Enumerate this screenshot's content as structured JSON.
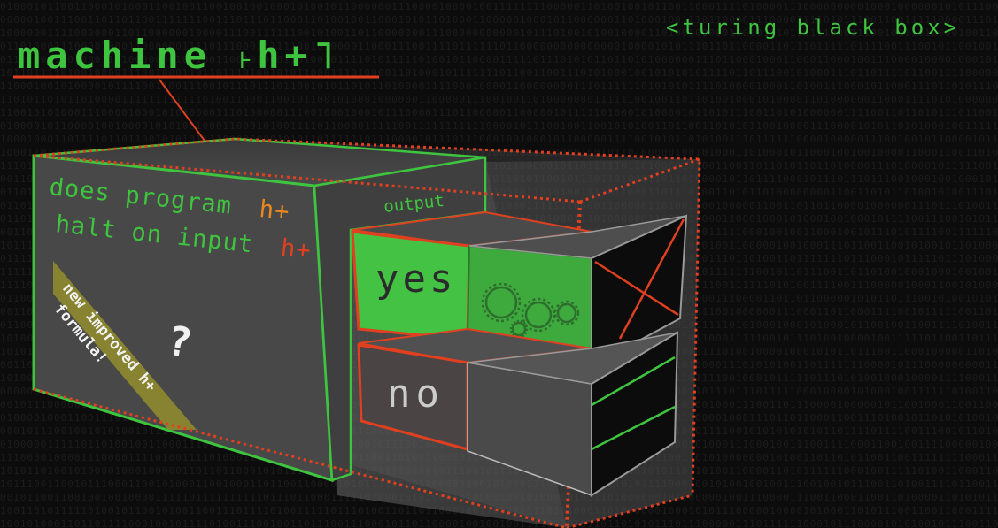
{
  "header": {
    "title": "machine ˫h+˥",
    "corner_tag": "<turing black box>"
  },
  "front_panel": {
    "question_line_1": "does program",
    "question_line_1_var": "h+",
    "question_line_2": "halt on input",
    "question_line_2_var": "h+",
    "question_mark": "?",
    "banner_line_1": "new improved h+",
    "banner_line_2": "formula!"
  },
  "output_section": {
    "label": "output",
    "yes_label": "yes",
    "no_label": "no"
  },
  "icons": {
    "gears": "gear-icon"
  },
  "colors": {
    "green": "#3ec43e",
    "orange": "#e8891f",
    "red": "#e0401f",
    "panel_gray": "#4a4a4a",
    "background": "#0c0c0c"
  }
}
